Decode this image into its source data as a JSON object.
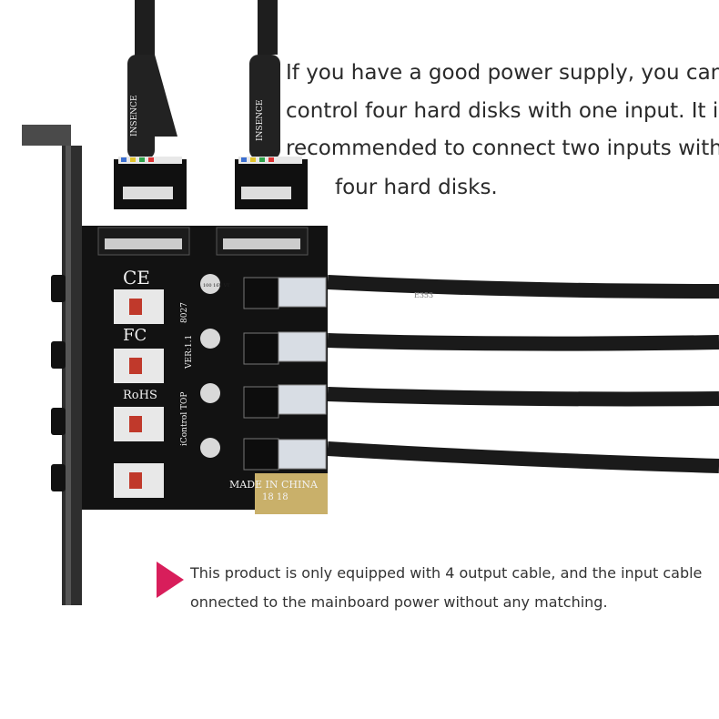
{
  "top_caption": {
    "line1": "If you have a good power supply, you can",
    "line2": "control four hard disks with one input. It is",
    "line3": "recommended to connect two inputs with",
    "line4": "four hard disks."
  },
  "bottom_note": {
    "line1": "This product is only equipped with 4 output cable, and the input cable",
    "line2": "onnected to the mainboard power without any matching."
  },
  "card_markings": {
    "ce": "CE",
    "fc": "FC",
    "rohs": "RoHS",
    "made_in": "MADE IN CHINA",
    "date_code": "18 18",
    "model": "iControl TOP",
    "version": "VER:1.1",
    "code": "8027",
    "capacitor": "100 16V VT",
    "cable_print": "E353",
    "input_cable_print": "INSENCE"
  },
  "colors": {
    "accent_mark": "#d81e5b",
    "board": "#111111",
    "cable": "#1a1a1a",
    "bracket": "#3a3a3a"
  }
}
